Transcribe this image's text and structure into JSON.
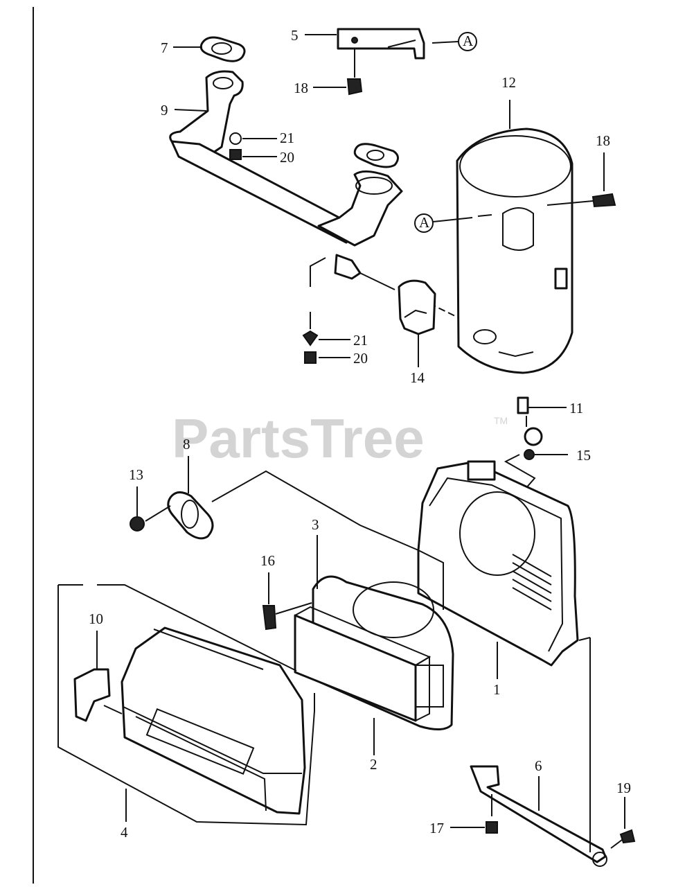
{
  "watermark": {
    "brand": "PartsTree",
    "trademark": "TM"
  },
  "callouts": {
    "c1": "1",
    "c2": "2",
    "c3": "3",
    "c4": "4",
    "c5": "5",
    "c6": "6",
    "c7": "7",
    "c8": "8",
    "c9": "9",
    "c10": "10",
    "c11": "11",
    "c12": "12",
    "c13": "13",
    "c14": "14",
    "c15": "15",
    "c16": "16",
    "c17": "17",
    "c18a": "18",
    "c18b": "18",
    "c19": "19",
    "c20a": "20",
    "c20b": "20",
    "c21a": "21",
    "c21b": "21"
  },
  "reference_marks": {
    "ref_a1": "A",
    "ref_a2": "A"
  }
}
